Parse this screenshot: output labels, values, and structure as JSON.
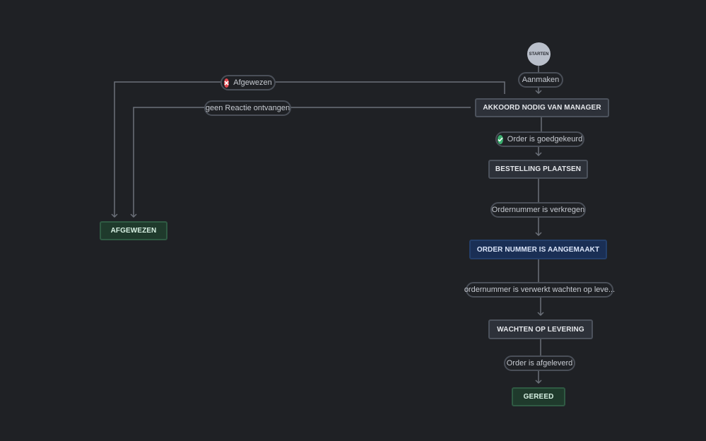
{
  "diagram": {
    "start_label": "STARTEN",
    "nodes": {
      "akkoord": "AKKOORD NODIG VAN MANAGER",
      "bestelling": "BESTELLING PLAATSEN",
      "ordernummer": "ORDER NUMMER IS AANGEMAAKT",
      "wachten": "WACHTEN OP LEVERING",
      "gereed": "GEREED",
      "afgewezen": "AFGEWEZEN"
    },
    "transitions": {
      "aanmaken": "Aanmaken",
      "afgewezen": "Afgewezen",
      "geen_reactie": "geen Reactie ontvangen",
      "goedgekeurd": "Order is goedgekeurd",
      "verkregen": "Ordernummer is verkregen",
      "verwerkt": "ordernummer is verwerkt wachten op leve...",
      "afgeleverd": "Order is afgeleverd"
    },
    "colors": {
      "background": "#1f2125",
      "wire": "#6b7079",
      "reject_icon": "#e0464d",
      "approve_icon": "#3aae6e",
      "final_node": "#1f3a2c",
      "info_node": "#1a2f55"
    },
    "icons": {
      "reject": "x-circle-icon",
      "approve": "check-circle-icon"
    }
  }
}
